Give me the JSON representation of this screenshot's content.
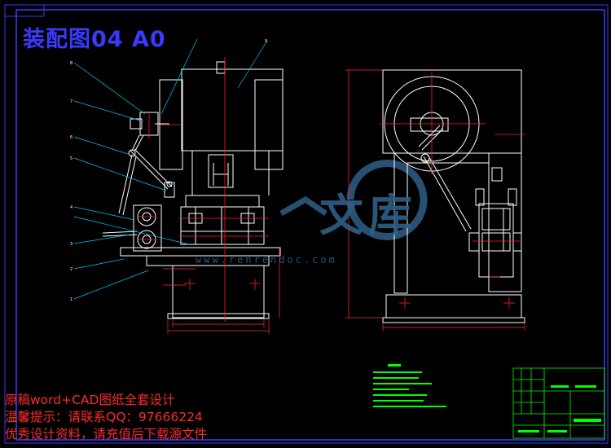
{
  "drawing": {
    "title": "装配图04 A0",
    "watermark_text": "文库",
    "watermark_url": "www.renrendoc.com"
  },
  "notice": {
    "line1": "原稿word+CAD图纸全套设计",
    "line2": "温馨提示：请联系QQ：97666224",
    "line3": "优秀设计资料，请充值后下载源文件"
  },
  "colors": {
    "background": "#000000",
    "frame": "#3a3aff",
    "geometry": "#ffffff",
    "leader": "#00c8ff",
    "center": "#ff2020",
    "dimension": "#ff3030",
    "notes": "#00ff00",
    "title_block": "#00ff00",
    "watermark": "#2e5f86",
    "notice_text": "#ff2a2a"
  }
}
